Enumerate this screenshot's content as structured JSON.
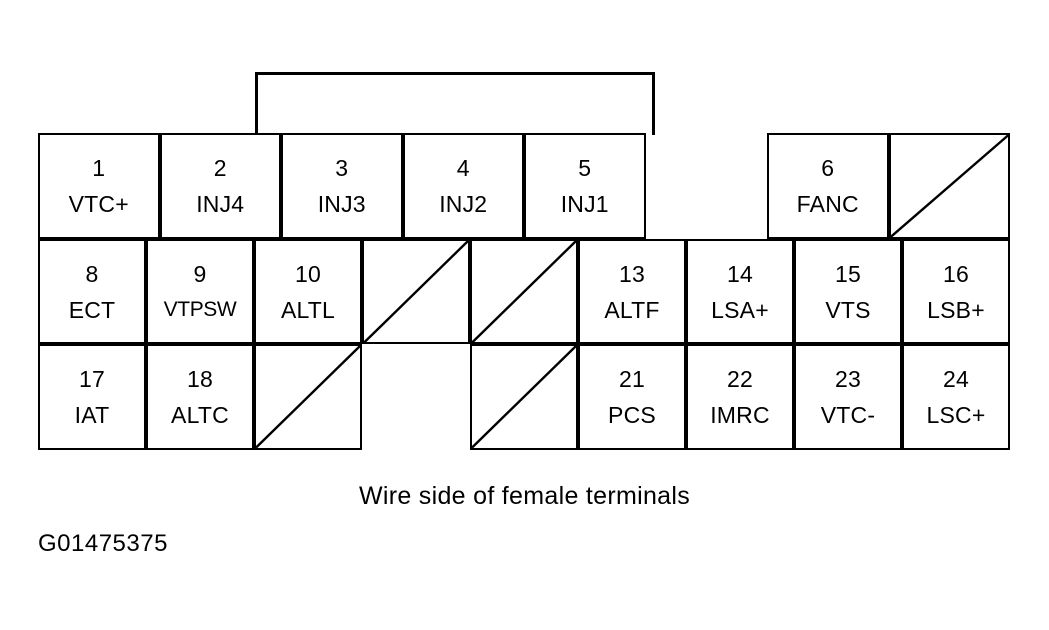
{
  "figure": {
    "caption": "Wire side of female terminals",
    "id_label": "G01475375",
    "ink_color": "#000000",
    "background_color": "#ffffff"
  },
  "connector": {
    "type": "24-pin connector pinout",
    "rows": 3,
    "columns": 8,
    "has_top_locking_tab": true,
    "cells": [
      {
        "slot": 1,
        "row": 0,
        "col": 0,
        "kind": "pin",
        "number": "1",
        "name": "VTC+"
      },
      {
        "slot": 2,
        "row": 0,
        "col": 1,
        "kind": "pin",
        "number": "2",
        "name": "INJ4"
      },
      {
        "slot": 3,
        "row": 0,
        "col": 2,
        "kind": "pin",
        "number": "3",
        "name": "INJ3"
      },
      {
        "slot": 4,
        "row": 0,
        "col": 3,
        "kind": "pin",
        "number": "4",
        "name": "INJ2"
      },
      {
        "slot": 5,
        "row": 0,
        "col": 4,
        "kind": "pin",
        "number": "5",
        "name": "INJ1"
      },
      {
        "slot": 6,
        "row": 0,
        "col": 5,
        "kind": "void",
        "number": "",
        "name": ""
      },
      {
        "slot": 7,
        "row": 0,
        "col": 6,
        "kind": "pin",
        "number": "6",
        "name": "FANC"
      },
      {
        "slot": 8,
        "row": 0,
        "col": 7,
        "kind": "blank",
        "number": "",
        "name": ""
      },
      {
        "slot": 9,
        "row": 1,
        "col": 0,
        "kind": "pin",
        "number": "8",
        "name": "ECT"
      },
      {
        "slot": 10,
        "row": 1,
        "col": 1,
        "kind": "pin",
        "number": "9",
        "name": "VTPSW"
      },
      {
        "slot": 11,
        "row": 1,
        "col": 2,
        "kind": "pin",
        "number": "10",
        "name": "ALTL"
      },
      {
        "slot": 12,
        "row": 1,
        "col": 3,
        "kind": "blank",
        "number": "",
        "name": ""
      },
      {
        "slot": 13,
        "row": 1,
        "col": 4,
        "kind": "blank",
        "number": "",
        "name": ""
      },
      {
        "slot": 14,
        "row": 1,
        "col": 5,
        "kind": "pin",
        "number": "13",
        "name": "ALTF"
      },
      {
        "slot": 15,
        "row": 1,
        "col": 6,
        "kind": "pin",
        "number": "14",
        "name": "LSA+"
      },
      {
        "slot": 16,
        "row": 1,
        "col": 7,
        "kind": "pin",
        "number": "15",
        "name": "VTS"
      },
      {
        "slot": 17,
        "row": 1,
        "col": 8,
        "kind": "pin",
        "number": "16",
        "name": "LSB+"
      },
      {
        "slot": 18,
        "row": 2,
        "col": 0,
        "kind": "pin",
        "number": "17",
        "name": "IAT"
      },
      {
        "slot": 19,
        "row": 2,
        "col": 1,
        "kind": "pin",
        "number": "18",
        "name": "ALTC"
      },
      {
        "slot": 20,
        "row": 2,
        "col": 2,
        "kind": "blank",
        "number": "",
        "name": ""
      },
      {
        "slot": 21,
        "row": 2,
        "col": 3,
        "kind": "void",
        "number": "",
        "name": ""
      },
      {
        "slot": 22,
        "row": 2,
        "col": 4,
        "kind": "blank",
        "number": "",
        "name": ""
      },
      {
        "slot": 23,
        "row": 2,
        "col": 5,
        "kind": "pin",
        "number": "21",
        "name": "PCS"
      },
      {
        "slot": 24,
        "row": 2,
        "col": 6,
        "kind": "pin",
        "number": "22",
        "name": "IMRC"
      },
      {
        "slot": 25,
        "row": 2,
        "col": 7,
        "kind": "pin",
        "number": "23",
        "name": "VTC-"
      },
      {
        "slot": 26,
        "row": 2,
        "col": 8,
        "kind": "pin",
        "number": "24",
        "name": "LSC+"
      }
    ]
  }
}
